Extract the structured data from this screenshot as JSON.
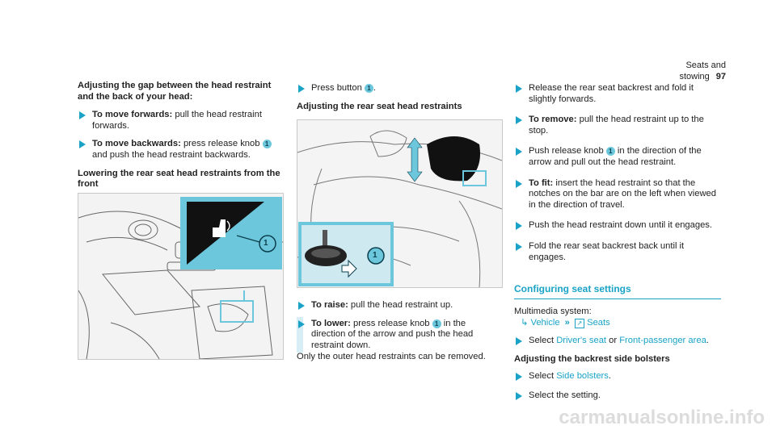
{
  "header": {
    "section": "Seats and stowing",
    "page_number": "97"
  },
  "col1": {
    "heading1": "Adjusting the gap between the head restraint and the back of your head:",
    "step1_bold": "To move forwards:",
    "step1_text": " pull the head restraint forwards.",
    "step2_bold": "To move backwards:",
    "step2_text_a": " press release knob ",
    "step2_num": "1",
    "step2_text_b": " and push the head restraint backwards.",
    "heading2": "Lowering the rear seat head restraints from the front",
    "figure_callout": "1"
  },
  "col2": {
    "step_press_a": "Press button ",
    "step_press_num": "1",
    "step_press_b": ".",
    "heading": "Adjusting the rear seat head restraints",
    "figure_callout": "1",
    "raise_bold": "To raise:",
    "raise_text": " pull the head restraint up.",
    "lower_bold": "To lower:",
    "lower_text_a": " press release knob ",
    "lower_num": "1",
    "lower_text_b": " in the direction of the arrow and push the head restraint down.",
    "note": "Only the outer head restraints can be removed."
  },
  "col3": {
    "step1": "Release the rear seat backrest and fold it slightly forwards.",
    "step2_bold": "To remove:",
    "step2_text": " pull the head restraint up to the stop.",
    "step3_a": "Push release knob ",
    "step3_num": "1",
    "step3_b": " in the direction of the arrow and pull out the head restraint.",
    "step4_bold": "To fit:",
    "step4_text": " insert the head restraint so that the notches on the bar are on the left when viewed in the direction of travel.",
    "step5": "Push the head restraint down until it engages.",
    "step6": "Fold the rear seat backrest back until it engages.",
    "section_title": "Configuring seat settings",
    "system_label": "Multimedia system:",
    "nav_vehicle": "Vehicle",
    "nav_seats": "Seats",
    "select_a": "Select ",
    "select_driver": "Driver's seat",
    "select_or": " or ",
    "select_passenger": "Front-passenger area",
    "select_end": ".",
    "subheading": "Adjusting the backrest side bolsters",
    "side_a": "Select ",
    "side_link": "Side bolsters",
    "side_end": ".",
    "setting": "Select the setting."
  },
  "watermark": "carmanualsonline.info",
  "colors": {
    "accent": "#1aa3c6",
    "callout": "#6cc7dd",
    "bar": "#d7eef6"
  }
}
